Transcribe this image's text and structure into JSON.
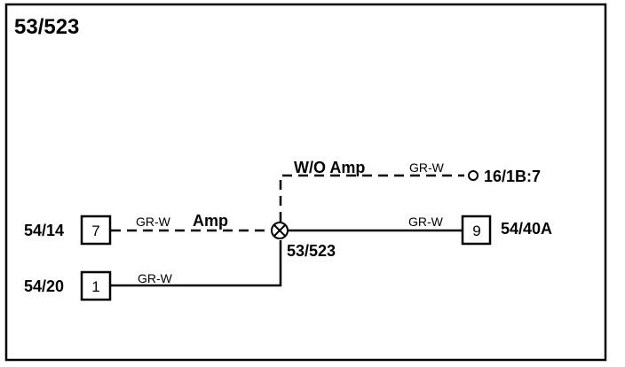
{
  "diagram": {
    "title": "53/523",
    "connectors": {
      "left_top": {
        "ref": "54/14",
        "pin": "7"
      },
      "left_bottom": {
        "ref": "54/20",
        "pin": "1"
      },
      "right": {
        "ref": "54/40A",
        "pin": "9"
      },
      "option_end": {
        "ref": "16/1B:7"
      }
    },
    "splice": {
      "label": "53/523"
    },
    "wires": {
      "left_top_color": "GR-W",
      "left_top_option": "Amp",
      "left_bottom_color": "GR-W",
      "right_color": "GR-W",
      "upper_color": "GR-W",
      "upper_option": "W/O Amp"
    }
  }
}
